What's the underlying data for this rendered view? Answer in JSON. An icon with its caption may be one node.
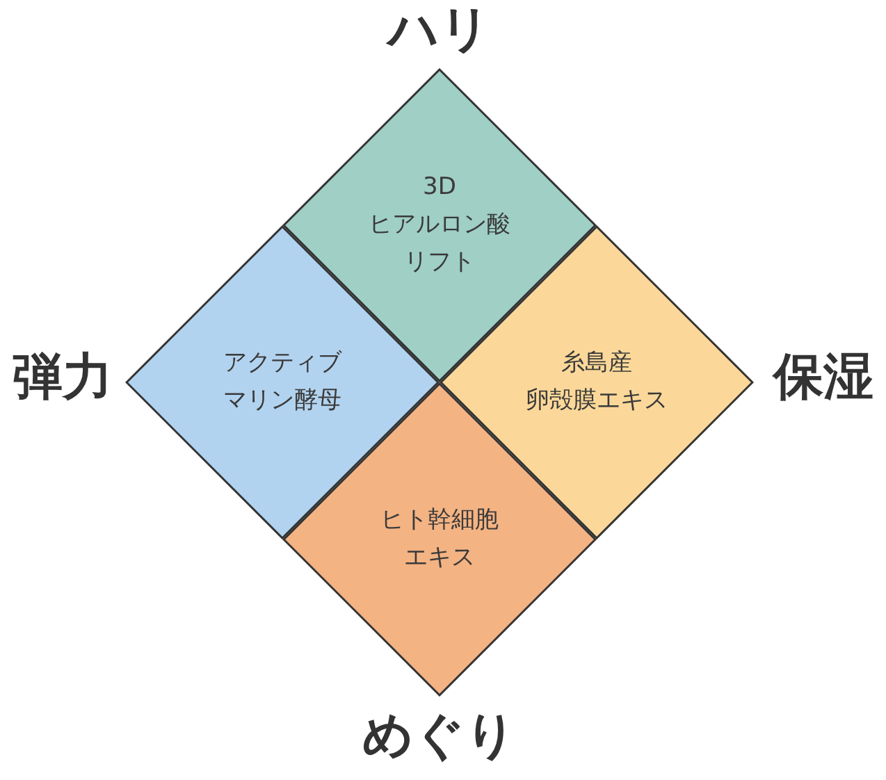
{
  "diagram": {
    "nodes": [
      {
        "text": [
          "3Dヒアルロン酸リフト"
        ]
      },
      {
        "text": [
          "アクティブマリン酵母"
        ]
      },
      {
        "text": [
          "糸島産卵殻膜エキス"
        ]
      },
      {
        "text": [
          "ヒト幹細胞エキス"
        ]
      }
    ],
    "labels": [
      "ハリ",
      "弾力",
      "保湿",
      "めぐり"
    ]
  }
}
